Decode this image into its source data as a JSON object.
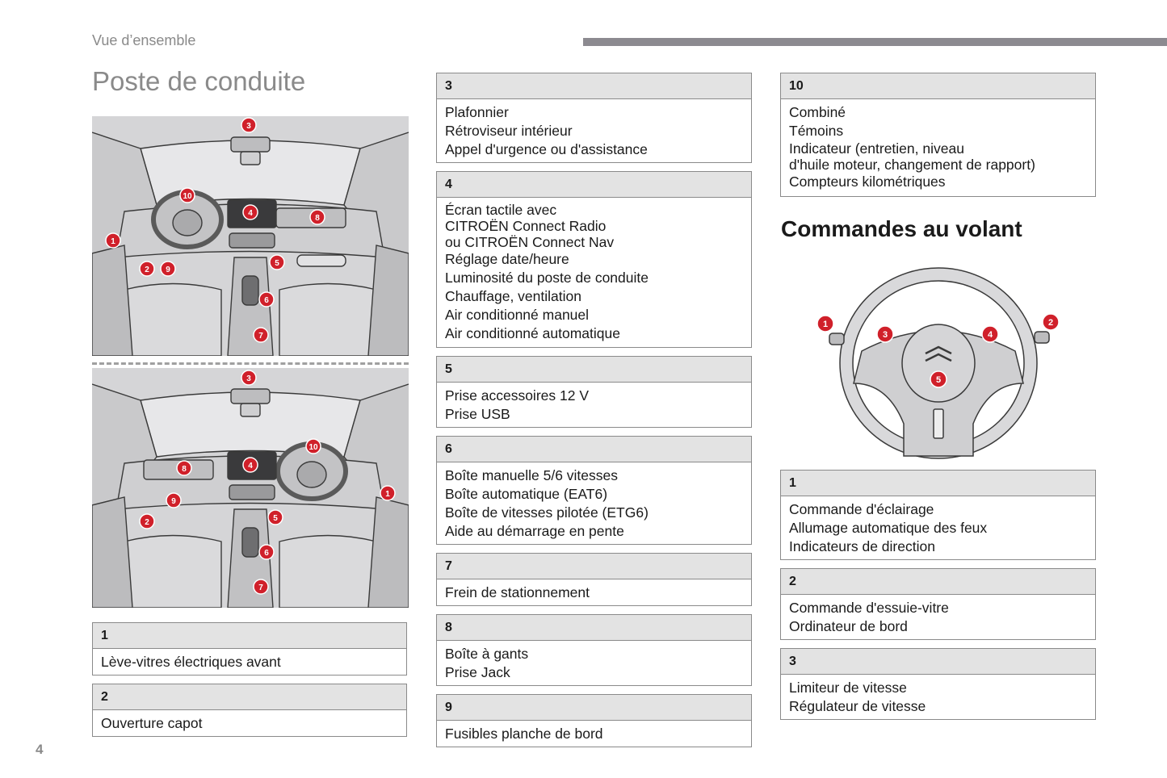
{
  "header": {
    "section": "Vue d’ensemble",
    "title": "Poste de conduite"
  },
  "page_number": "4",
  "steering_heading": "Commandes au volant",
  "diagram_top_callouts": [
    "3",
    "10",
    "4",
    "8",
    "1",
    "2",
    "9",
    "5",
    "6",
    "7"
  ],
  "diagram_bottom_callouts": [
    "3",
    "10",
    "4",
    "8",
    "9",
    "1",
    "2",
    "5",
    "6",
    "7"
  ],
  "wheel_callouts": [
    "1",
    "2",
    "3",
    "4",
    "5"
  ],
  "colors": {
    "callout": "#d0202a",
    "header_bg": "#e3e3e3",
    "gray_text": "#8a8a8a",
    "bar": "#8c8a90"
  },
  "left_boxes": [
    {
      "num": "1",
      "items": [
        "Lève-vitres électriques avant"
      ]
    },
    {
      "num": "2",
      "items": [
        "Ouverture capot"
      ]
    }
  ],
  "middle_boxes": [
    {
      "num": "3",
      "items": [
        "Plafonnier",
        "Rétroviseur intérieur",
        "Appel d'urgence ou d'assistance"
      ]
    },
    {
      "num": "4",
      "items": [
        "Écran tactile avec\nCITROËN Connect Radio\nou CITROËN Connect Nav",
        "Réglage date/heure",
        "Luminosité du poste de conduite",
        "Chauffage, ventilation",
        "Air conditionné manuel",
        "Air conditionné automatique"
      ]
    },
    {
      "num": "5",
      "items": [
        "Prise accessoires 12 V",
        "Prise USB"
      ]
    },
    {
      "num": "6",
      "items": [
        "Boîte manuelle 5/6 vitesses",
        "Boîte automatique (EAT6)",
        "Boîte de vitesses pilotée (ETG6)",
        "Aide au démarrage en pente"
      ]
    },
    {
      "num": "7",
      "items": [
        "Frein de stationnement"
      ]
    },
    {
      "num": "8",
      "items": [
        "Boîte à gants",
        "Prise Jack"
      ]
    },
    {
      "num": "9",
      "items": [
        "Fusibles planche de bord"
      ]
    }
  ],
  "right_boxes": [
    {
      "num": "10",
      "items": [
        "Combiné",
        "Témoins",
        "Indicateur (entretien, niveau\nd'huile moteur, changement de rapport)",
        "Compteurs kilométriques"
      ]
    },
    {
      "num": "1",
      "items": [
        "Commande d'éclairage",
        "Allumage automatique des feux",
        "Indicateurs de direction"
      ]
    },
    {
      "num": "2",
      "items": [
        "Commande d'essuie-vitre",
        "Ordinateur de bord"
      ]
    },
    {
      "num": "3",
      "items": [
        "Limiteur de vitesse",
        "Régulateur de vitesse"
      ]
    }
  ]
}
